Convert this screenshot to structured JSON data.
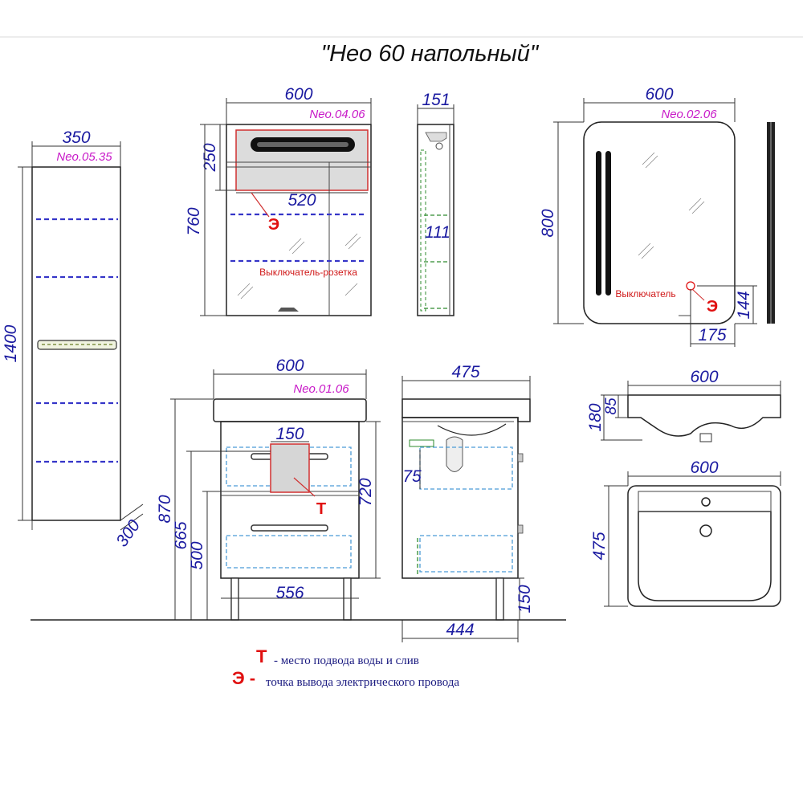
{
  "title": "\"Нео 60 напольный\"",
  "codes": {
    "pencil_case": "Neo.05.35",
    "mirror_cabinet": "Neo.04.06",
    "mirror": "Neo.02.06",
    "vanity": "Neo.01.06"
  },
  "dimensions": {
    "pencil_width": "350",
    "pencil_height": "1400",
    "pencil_depth": "300",
    "cabinet_width": "600",
    "cabinet_lamp_height": "250",
    "cabinet_inner_width": "520",
    "cabinet_height": "760",
    "cabinet_depth": "151",
    "cabinet_shelf_depth": "111",
    "mirror_width": "600",
    "mirror_height": "800",
    "mirror_switch_x": "175",
    "mirror_switch_y": "144",
    "vanity_width": "600",
    "vanity_depth": "475",
    "vanity_drawer_cut": "150",
    "vanity_total_height": "870",
    "vanity_height_665": "665",
    "vanity_height_500": "500",
    "vanity_height_720": "720",
    "vanity_inner_width": "556",
    "vanity_side_75": "75",
    "vanity_leg_height": "150",
    "vanity_base_depth": "444",
    "sink_width_side": "600",
    "sink_height_180": "180",
    "sink_height_85": "85",
    "sink_width_top": "600",
    "sink_depth_top": "475"
  },
  "labels": {
    "switch_socket": "Выключатель-розетка",
    "switch": "Выключатель",
    "mark_e": "Э",
    "mark_t": "Т"
  },
  "legend": [
    {
      "mark": "Т",
      "text": "- место подвода воды и слив"
    },
    {
      "mark": "Э -",
      "text": "точка вывода электрического провода"
    }
  ],
  "colors": {
    "dimension_text": "#1a1aa0",
    "code_text": "#c81ac8",
    "marker_red": "#e01010",
    "shelf_dash": "#3535c8",
    "drawer_dash": "#4a9ad6",
    "side_dash": "#2e8b2e"
  }
}
